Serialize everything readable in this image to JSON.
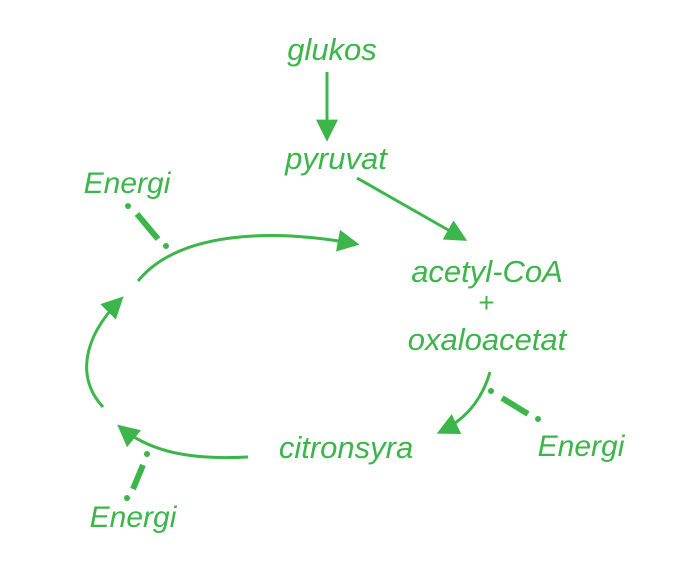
{
  "diagram": {
    "color": "#3cb54a",
    "nodes": {
      "glukos": "glukos",
      "pyruvat": "pyruvat",
      "acetyl_coa": "acetyl-CoA",
      "plus": "+",
      "oxaloacetat": "oxaloacetat",
      "citronsyra": "citronsyra"
    },
    "energy_labels": {
      "top_left": "Energi",
      "right": "Energi",
      "bottom_left": "Energi"
    }
  }
}
